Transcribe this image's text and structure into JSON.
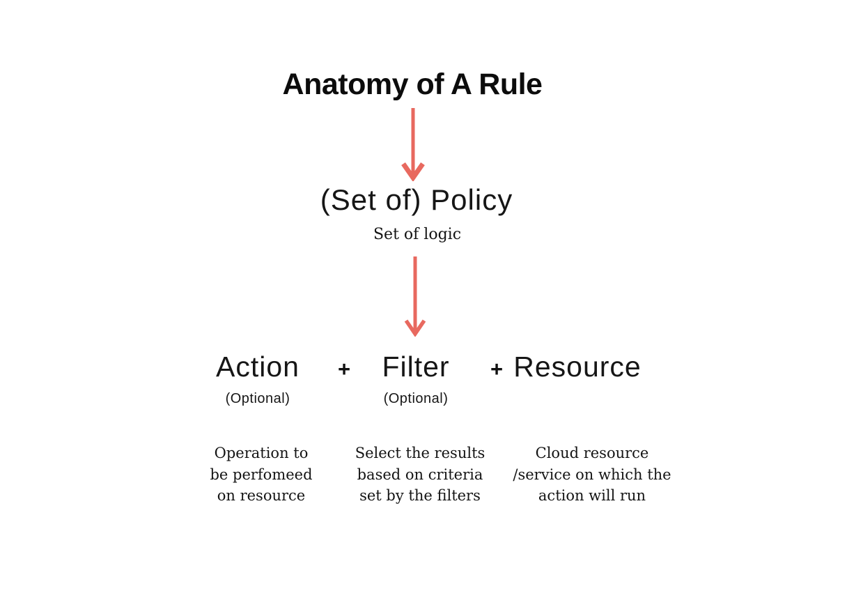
{
  "title": "Anatomy of A Rule",
  "colors": {
    "background": "#ffffff",
    "text": "#111111",
    "arrow": "#e8695f"
  },
  "policy": {
    "label": "(Set of) Policy",
    "sublabel": "Set of logic"
  },
  "operators": {
    "plus_1": "+",
    "plus_2": "+"
  },
  "components": {
    "action": {
      "label": "Action",
      "optional": "(Optional)",
      "description": "Operation to\nbe perfomeed\non resource"
    },
    "filter": {
      "label": "Filter",
      "optional": "(Optional)",
      "description": "Select the results\nbased on criteria\nset by the filters"
    },
    "resource": {
      "label": "Resource",
      "description": "Cloud resource\n/service on which the\naction will run"
    }
  },
  "icons": {
    "arrow_title_to_policy": "arrow-down",
    "arrow_policy_to_components": "arrow-down"
  }
}
